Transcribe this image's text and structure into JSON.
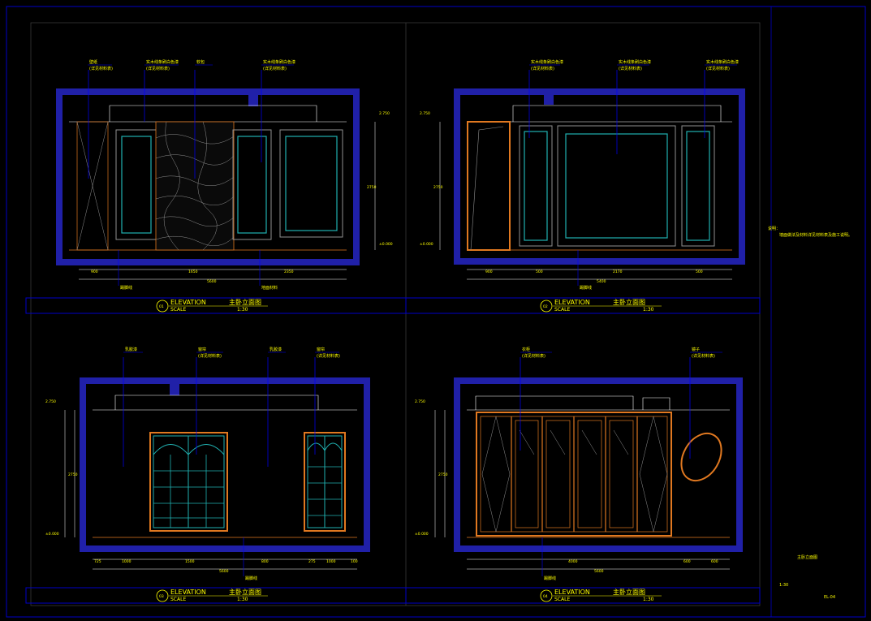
{
  "sheet": {
    "side_note_1": "说明：",
    "side_note_2": "墙面做法及材料详见材料表及施工说明。",
    "footer_title": "主卧立面图",
    "footer_code": "EL-04",
    "footer_scale": "1:30"
  },
  "elevations": [
    {
      "id": "A",
      "marker": "01",
      "title": "主卧立面图",
      "label": "ELEVATION",
      "scale_label": "SCALE",
      "scale": "1:30",
      "callouts": [
        "壁纸",
        "实木线条刷白色漆",
        "软包",
        "实木线条刷白色漆"
      ],
      "callout_subs": [
        "(详见材料表)",
        "(详见材料表)",
        "",
        "(详见材料表)"
      ],
      "level_top": "2.750",
      "level_bottom": "±0.000",
      "height": "2750",
      "dims": [
        "900",
        "1650",
        "2350"
      ],
      "total": "5600",
      "notes_bottom": [
        "踢脚线",
        "地面材料"
      ]
    },
    {
      "id": "B",
      "marker": "02",
      "title": "主卧立面图",
      "label": "ELEVATION",
      "scale_label": "SCALE",
      "scale": "1:30",
      "callouts": [
        "实木线条刷白色漆",
        "实木线条刷白色漆",
        "实木线条刷白色漆"
      ],
      "callout_subs": [
        "(详见材料表)",
        "(详见材料表)",
        "(详见材料表)"
      ],
      "level_top": "2.750",
      "level_bottom": "±0.000",
      "height": "2750",
      "dims": [
        "900",
        "500",
        "2170",
        "500"
      ],
      "total": "5400",
      "notes_bottom": [
        "踢脚线"
      ]
    },
    {
      "id": "C",
      "marker": "03",
      "title": "主卧立面图",
      "label": "ELEVATION",
      "scale_label": "SCALE",
      "scale": "1:30",
      "callouts": [
        "乳胶漆",
        "窗帘",
        "乳胶漆",
        "窗帘"
      ],
      "callout_subs": [
        "",
        "(详见材料表)",
        "",
        "(详见材料表)"
      ],
      "level_top": "2.750",
      "level_bottom": "±0.000",
      "height": "2750",
      "dims": [
        "725",
        "1000",
        "1500",
        "800",
        "275",
        "1000",
        "100"
      ],
      "total": "5600",
      "notes_bottom": [
        "踢脚线"
      ]
    },
    {
      "id": "D",
      "marker": "04",
      "title": "主卧立面图",
      "label": "ELEVATION",
      "scale_label": "SCALE",
      "scale": "1:30",
      "callouts": [
        "衣柜",
        "镜子"
      ],
      "callout_subs": [
        "(详见材料表)",
        "(详见材料表)"
      ],
      "level_top": "2.750",
      "level_bottom": "±0.000",
      "height": "2750",
      "dims": [
        "4000",
        "600",
        "600"
      ],
      "total": "5600",
      "notes_bottom": [
        "踢脚线"
      ]
    }
  ],
  "colors": {
    "wall": "#2020a8",
    "frame": "#0000c8",
    "dim": "#ffff00",
    "panel": "#20b0b0",
    "wood": "#e07820",
    "white": "#ffffff",
    "gray": "#909090"
  }
}
